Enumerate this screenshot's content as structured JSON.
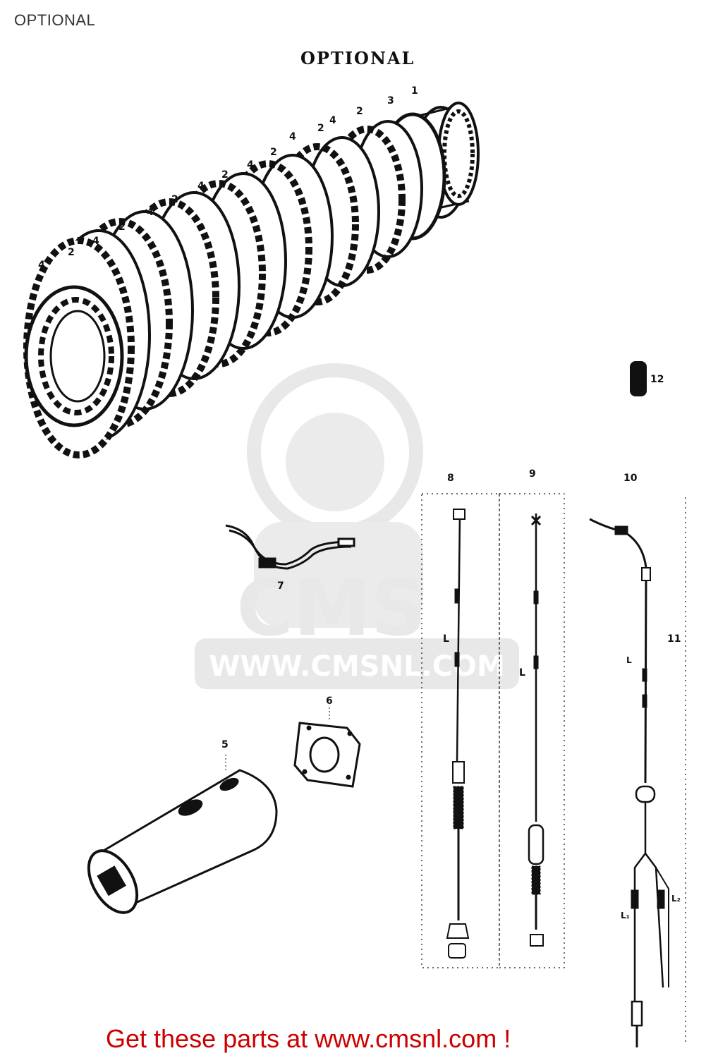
{
  "header": {
    "page_label": "OPTIONAL"
  },
  "diagram": {
    "title": "OPTIONAL",
    "callouts": {
      "c1": "1",
      "c2": "2",
      "c3": "3",
      "c4": "4",
      "c5": "5",
      "c6": "6",
      "c7": "7",
      "c8": "8",
      "c9": "9",
      "c10": "10",
      "c11": "11",
      "c12": "12",
      "len_l": "L",
      "len_l1": "L₁",
      "len_l2": "L₂"
    }
  },
  "watermark": {
    "brand": "CMS",
    "url": "WWW.CMSNL.COM"
  },
  "footer": {
    "cta": "Get these parts at www.cmsnl.com !"
  }
}
